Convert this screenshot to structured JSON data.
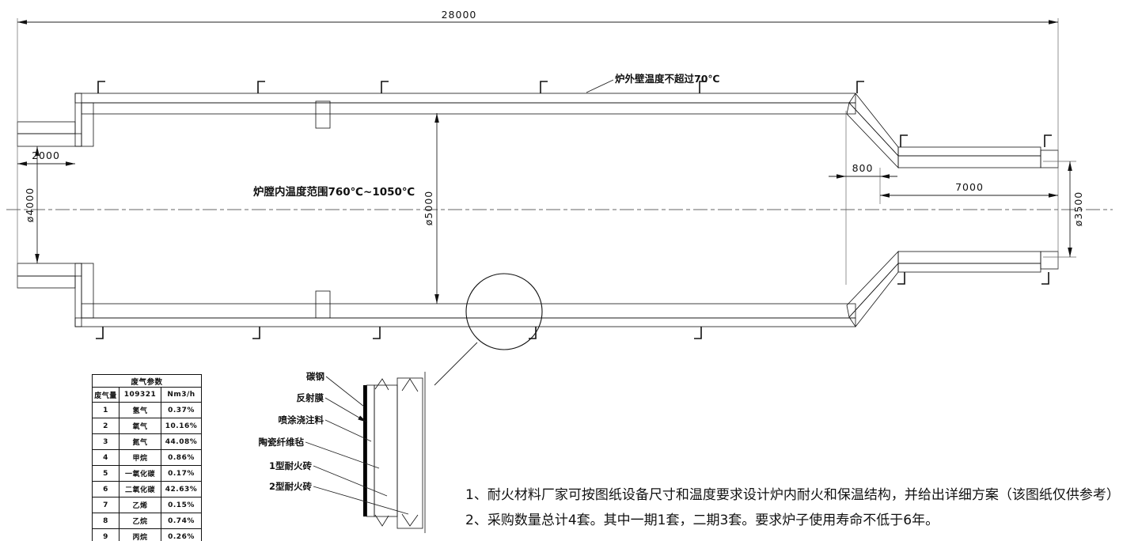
{
  "drawing": {
    "dimensions": {
      "overall_length": "28000",
      "inlet_length": "2000",
      "inlet_diameter": "ø4000",
      "chamber_diameter": "ø5000",
      "cone_length": "800",
      "outlet_length": "7000",
      "outlet_diameter": "ø3500"
    },
    "annotations": {
      "outer_wall_temp": "炉外壁温度不超过70℃",
      "chamber_temp": "炉膛内温度范围760℃~1050℃"
    }
  },
  "detail": {
    "layer_labels": [
      "碳钢",
      "反射膜",
      "喷涂浇注料",
      "陶瓷纤维毡",
      "1型耐火砖",
      "2型耐火砖"
    ]
  },
  "gas_table": {
    "title": "废气参数",
    "flow": {
      "label": "废气量",
      "value": "109321",
      "unit": "Nm3/h"
    },
    "rows": [
      [
        "1",
        "氢气",
        "0.37%"
      ],
      [
        "2",
        "氧气",
        "10.16%"
      ],
      [
        "3",
        "氮气",
        "44.08%"
      ],
      [
        "4",
        "甲烷",
        "0.86%"
      ],
      [
        "5",
        "一氧化碳",
        "0.17%"
      ],
      [
        "6",
        "二氧化碳",
        "42.63%"
      ],
      [
        "7",
        "乙烯",
        "0.15%"
      ],
      [
        "8",
        "乙烷",
        "0.74%"
      ],
      [
        "9",
        "丙烷",
        "0.26%"
      ]
    ]
  },
  "notes": [
    "1、耐火材料厂家可按图纸设备尺寸和温度要求设计炉内耐火和保温结构，并给出详细方案（该图纸仅供参考）",
    "2、采购数量总计4套。其中一期1套，二期3套。要求炉子使用寿命不低于6年。"
  ],
  "colors": {
    "ink": "#111111",
    "shell_gray": "#787878",
    "insulation_gray": "#b4b4b4",
    "anchor_dark": "#474747"
  }
}
